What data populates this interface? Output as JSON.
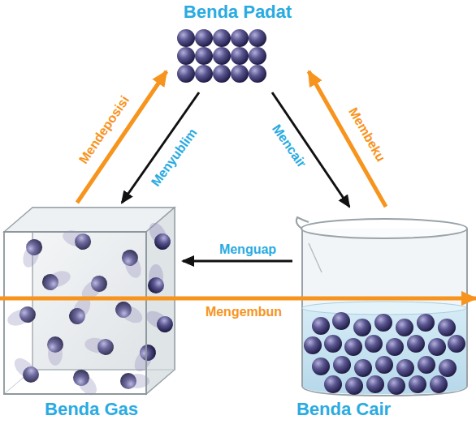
{
  "diagram": {
    "nodes": [
      {
        "text": [
          "Benda Padat"
        ]
      },
      {
        "text": [
          "Benda Gas"
        ]
      },
      {
        "text": [
          "Benda Cair"
        ]
      }
    ],
    "edges": [
      {
        "from": 1,
        "to": 0,
        "arrow": "to",
        "label": "Mendeposisi"
      },
      {
        "from": 0,
        "to": 1,
        "arrow": "to",
        "label": "Menyublim"
      },
      {
        "from": 0,
        "to": 2,
        "arrow": "to",
        "label": "Mencair"
      },
      {
        "from": 2,
        "to": 0,
        "arrow": "to",
        "label": "Membeku"
      },
      {
        "from": 2,
        "to": 1,
        "arrow": "to",
        "label": "Menguap"
      },
      {
        "from": 1,
        "to": 2,
        "arrow": "to",
        "label": "Mengembun"
      }
    ]
  }
}
